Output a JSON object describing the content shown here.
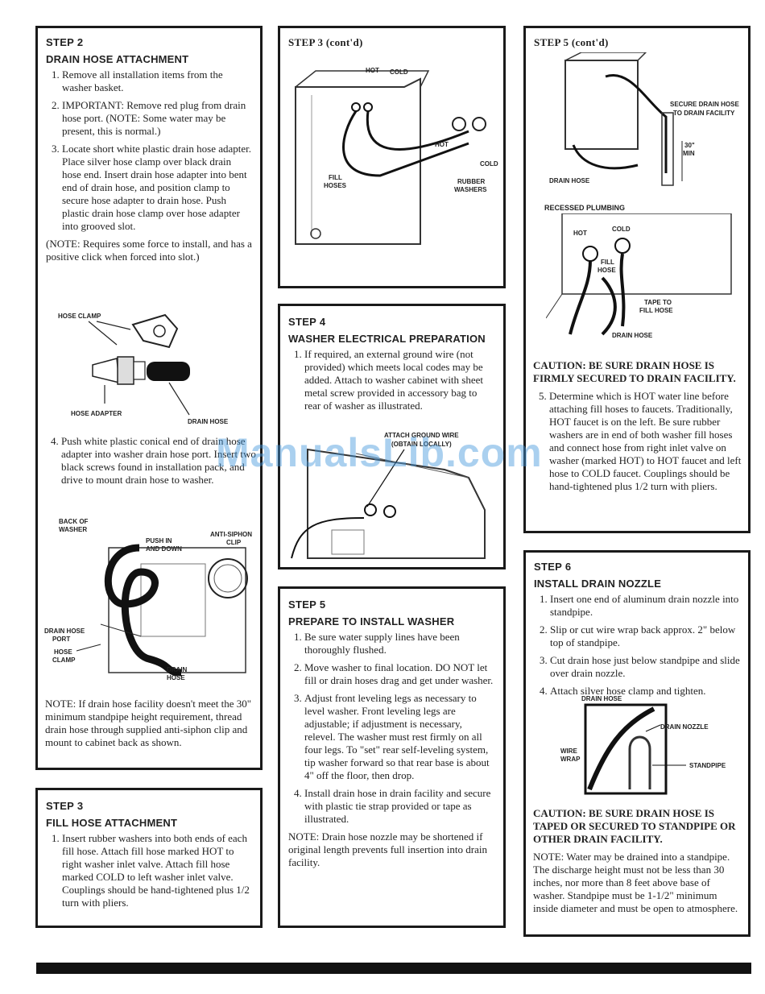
{
  "step2": {
    "step": "STEP 2",
    "heading": "DRAIN HOSE ATTACHMENT",
    "items": [
      "Remove all installation items from the washer basket.",
      "IMPORTANT: Remove red plug from drain hose port. (NOTE: Some water may be present, this is normal.)",
      "Locate short white plastic drain hose adapter. Place silver hose clamp over black drain hose end. Insert drain hose adapter into bent end of drain hose, and position clamp to secure hose adapter to drain hose. Push plastic drain hose clamp over hose adapter into grooved slot."
    ],
    "note": "(NOTE: Requires some force to install, and has a positive click when forced into slot.)",
    "fig1": {
      "hose_clamp": "HOSE CLAMP",
      "hose_adapter": "HOSE ADAPTER",
      "drain_hose": "DRAIN HOSE"
    },
    "item4": "Push white plastic conical end of drain hose adapter into washer drain hose port. Insert two black screws found in installation pack, and drive to mount drain hose to washer.",
    "fig2": {
      "back": "BACK OF",
      "washer": "WASHER",
      "push": "PUSH IN",
      "down": "AND DOWN",
      "anti": "ANTI-SIPHON",
      "clip": "CLIP",
      "port1": "DRAIN HOSE",
      "port2": "PORT",
      "clamp1": "HOSE",
      "clamp2": "CLAMP",
      "dh1": "DRAIN",
      "dh2": "HOSE"
    },
    "note2": "NOTE: If drain hose facility doesn't meet the 30\" minimum standpipe height requirement, thread drain hose through supplied anti-siphon clip and mount to cabinet back as shown."
  },
  "step3": {
    "step": "STEP 3",
    "heading": "FILL HOSE ATTACHMENT",
    "items": [
      "Insert rubber washers into both ends of each fill hose. Attach fill hose marked HOT to right washer inlet valve. Attach fill hose marked COLD to left washer inlet valve. Couplings should be hand-tightened plus 1/2 turn with pliers."
    ]
  },
  "step3cont": {
    "step": "STEP 3 (cont'd)",
    "labels": {
      "hot": "HOT",
      "cold": "COLD",
      "hot2": "HOT",
      "cold2": "COLD",
      "fill1": "FILL",
      "fill2": "HOSES",
      "rubber1": "RUBBER",
      "rubber2": "WASHERS"
    }
  },
  "step4": {
    "step": "STEP 4",
    "heading": "WASHER ELECTRICAL PREPARATION",
    "items": [
      "If required, an external ground wire (not provided) which meets local codes may be added. Attach to washer cabinet with sheet metal screw provided in accessory bag to rear of washer as illustrated."
    ],
    "fig": {
      "l1": "ATTACH GROUND WIRE",
      "l2": "(OBTAIN LOCALLY)"
    }
  },
  "step5": {
    "step": "STEP 5",
    "heading": "PREPARE TO INSTALL WASHER",
    "items": [
      "Be sure water supply lines have been thoroughly flushed.",
      "Move washer to final location. DO NOT let fill or drain hoses drag and get under washer.",
      "Adjust front leveling legs as necessary to level washer. Front leveling legs are adjustable; if adjustment is necessary, relevel. The washer must rest firmly on all four legs. To \"set\" rear self-leveling system, tip washer forward so that rear base is about 4\" off the floor, then drop.",
      "Install drain hose in drain facility and secure with plastic tie strap provided or tape as illustrated."
    ],
    "note": "NOTE: Drain hose nozzle may be shortened if original length prevents full insertion into drain facility."
  },
  "step5cont": {
    "step": "STEP 5 (cont'd)",
    "fig1": {
      "secure1": "SECURE DRAIN HOSE",
      "secure2": "TO DRAIN FACILITY",
      "min1": "30\"",
      "min2": "MIN",
      "drain": "DRAIN HOSE"
    },
    "recessed": "RECESSED PLUMBING",
    "fig2": {
      "hot": "HOT",
      "cold": "COLD",
      "fill1": "FILL",
      "fill2": "HOSE",
      "tape1": "TAPE TO",
      "tape2": "FILL HOSE",
      "drain": "DRAIN HOSE"
    },
    "caution": "CAUTION: BE SURE DRAIN HOSE IS FIRMLY SECURED TO DRAIN FACILITY.",
    "item5": "Determine which is HOT water line before attaching fill hoses to faucets. Traditionally, HOT faucet is on the left. Be sure rubber washers are in end of both washer fill hoses and connect hose from right inlet valve on washer (marked HOT) to HOT faucet and left hose to COLD faucet. Couplings should be hand-tightened plus 1/2 turn with pliers."
  },
  "step6": {
    "step": "STEP 6",
    "heading": "INSTALL DRAIN NOZZLE",
    "items": [
      "Insert one end of aluminum drain nozzle into standpipe.",
      "Slip or cut wire wrap back approx. 2\" below top of standpipe.",
      "Cut drain hose just below standpipe and slide over drain nozzle.",
      "Attach silver hose clamp and tighten."
    ],
    "fig": {
      "drain": "DRAIN HOSE",
      "nozzle": "DRAIN NOZZLE",
      "wire1": "WIRE",
      "wire2": "WRAP",
      "standpipe": "STANDPIPE"
    },
    "caution": "CAUTION: BE SURE DRAIN HOSE IS TAPED OR SECURED TO STANDPIPE OR OTHER DRAIN FACILITY.",
    "note": "NOTE: Water may be drained into a standpipe. The discharge height must not be less than 30 inches, nor more than 8 feet above base of washer. Standpipe must be 1-1/2\" minimum inside diameter and must be open to atmosphere."
  },
  "watermark": "ManualsLib.com"
}
